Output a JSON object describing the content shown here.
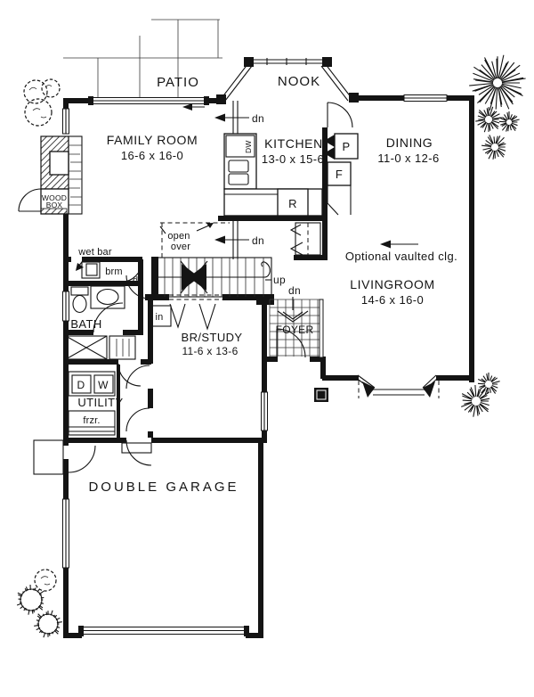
{
  "rooms": {
    "patio": {
      "name": "PATIO"
    },
    "nook": {
      "name": "NOOK"
    },
    "family_room": {
      "name": "FAMILY ROOM",
      "dims": "16-6 x 16-0"
    },
    "kitchen": {
      "name": "KITCHEN",
      "dims": "13-0 x 15-6"
    },
    "dining": {
      "name": "DINING",
      "dims": "11-0 x 12-6"
    },
    "living_room": {
      "name": "LIVINGROOM",
      "dims": "14-6 x 16-0"
    },
    "br_study": {
      "name": "BR/STUDY",
      "dims": "11-6 x 13-6"
    },
    "bath": {
      "name": "BATH"
    },
    "utility": {
      "name": "UTILITY"
    },
    "foyer": {
      "name": "FOYER"
    },
    "garage": {
      "name": "DOUBLE  GARAGE"
    }
  },
  "labels": {
    "dn": "dn",
    "up": "up",
    "linen": "in",
    "wet_bar": "wet bar",
    "broom": "brm",
    "wood_line1": "WOOD",
    "wood_line2": "BOX",
    "open_line1": "open",
    "open_line2": "over",
    "optional_ceiling": "Optional vaulted clg.",
    "dishwasher": "DW",
    "pantry": "P",
    "fridge": "F",
    "range": "R",
    "dryer": "D",
    "washer": "W",
    "freezer": "frzr."
  },
  "colors": {
    "ink": "#141414",
    "paper": "#ffffff"
  }
}
